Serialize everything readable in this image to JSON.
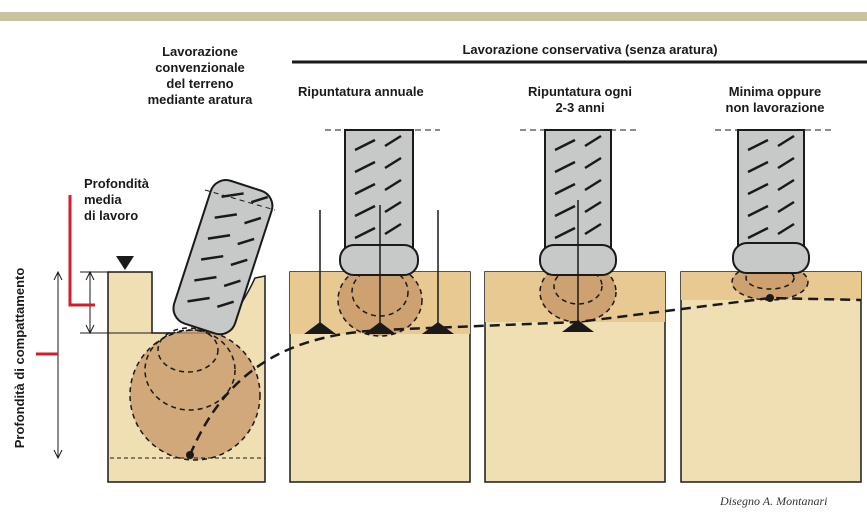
{
  "labels": {
    "conventional": [
      "Lavorazione",
      "convenzionale",
      "del terreno",
      "mediante aratura"
    ],
    "conservative_header": "Lavorazione conservativa  (senza aratura)",
    "annual": "Ripuntatura annuale",
    "every_2_3": [
      "Ripuntatura ogni",
      "2-3 anni"
    ],
    "minimum": [
      "Minima oppure",
      "non lavorazione"
    ],
    "working_depth": [
      "Profondità",
      "media",
      "di lavoro"
    ],
    "compaction_depth": "Profondità di compattamento",
    "credit": "Disegno A. Montanari"
  },
  "colors": {
    "top_band": "#c9c3a2",
    "soil_light": "#f1dfb4",
    "soil_top": "#e8c992",
    "compaction": "#c89a6a",
    "tire": "#c7c8c8",
    "marker_red": "#d01f2b",
    "ink": "#1a1a1a"
  }
}
